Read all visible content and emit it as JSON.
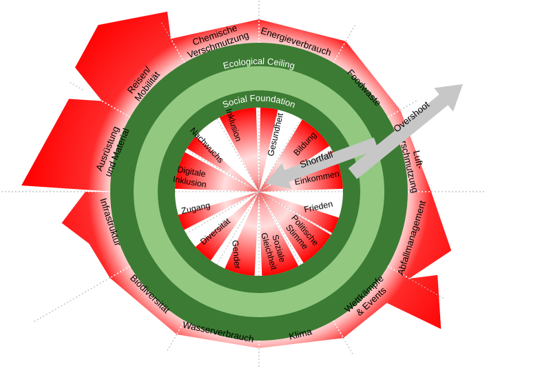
{
  "diagram": {
    "ecological_ceiling_label": "Ecological Ceiling",
    "social_foundation_label": "Social Foundation",
    "overshoot_label": "Overshoot",
    "shortfall_label": "Shortfall",
    "outer_segments": [
      {
        "id": "energieverbrauch",
        "lines": [
          "Energieverbrauch"
        ]
      },
      {
        "id": "foodwaste",
        "lines": [
          "Foodwaste"
        ]
      },
      {
        "id": "luftverschmutzung",
        "lines": [
          "Luft-",
          "verschmutzung"
        ]
      },
      {
        "id": "abfallmanagement",
        "lines": [
          "Abfallmanagement"
        ]
      },
      {
        "id": "wettkaempfe_events",
        "lines": [
          "Wettkämpfe",
          "& Events"
        ]
      },
      {
        "id": "klima",
        "lines": [
          "Klima"
        ]
      },
      {
        "id": "wasserverbrauch",
        "lines": [
          "Wasserverbrauch"
        ]
      },
      {
        "id": "biodiversitaet",
        "lines": [
          "Biodiversität"
        ]
      },
      {
        "id": "infrastruktur",
        "lines": [
          "Infrastruktur"
        ]
      },
      {
        "id": "ausruestung_material",
        "lines": [
          "Ausrüstung",
          "und Material"
        ]
      },
      {
        "id": "reisen_mobilitaet",
        "lines": [
          "Reisen/",
          "Mobilität"
        ]
      },
      {
        "id": "chemische_verschmutzung",
        "lines": [
          "Chemische",
          "Verschmutzung"
        ]
      }
    ],
    "inner_segments": [
      {
        "id": "gesundheit",
        "lines": [
          "Gesundheit"
        ]
      },
      {
        "id": "bildung",
        "lines": [
          "Bildung"
        ]
      },
      {
        "id": "einkommen",
        "lines": [
          "Einkommen"
        ]
      },
      {
        "id": "frieden",
        "lines": [
          "Frieden"
        ]
      },
      {
        "id": "politische_stimme",
        "lines": [
          "Politische",
          "Stimme"
        ]
      },
      {
        "id": "soziale_gleichheit",
        "lines": [
          "Soziale",
          "Gleichheit"
        ]
      },
      {
        "id": "gender",
        "lines": [
          "Gender"
        ]
      },
      {
        "id": "diversitaet",
        "lines": [
          "Diversität"
        ]
      },
      {
        "id": "zugang",
        "lines": [
          "Zugang"
        ]
      },
      {
        "id": "digitale_inklusion",
        "lines": [
          "Digitale",
          "Inklusion"
        ]
      },
      {
        "id": "nachwuchs",
        "lines": [
          "Nachwuchs"
        ]
      },
      {
        "id": "inklusion",
        "lines": [
          "Inklusion"
        ]
      }
    ],
    "colors": {
      "dark_green": "#3c7b33",
      "light_green": "#93c881",
      "red": "#ff0000",
      "arrow_gray": "#c7c7c7",
      "divider_gray": "#b5b5b5",
      "label_black": "#000000",
      "ring_label_white": "#ffffff",
      "background": "#ffffff"
    }
  }
}
